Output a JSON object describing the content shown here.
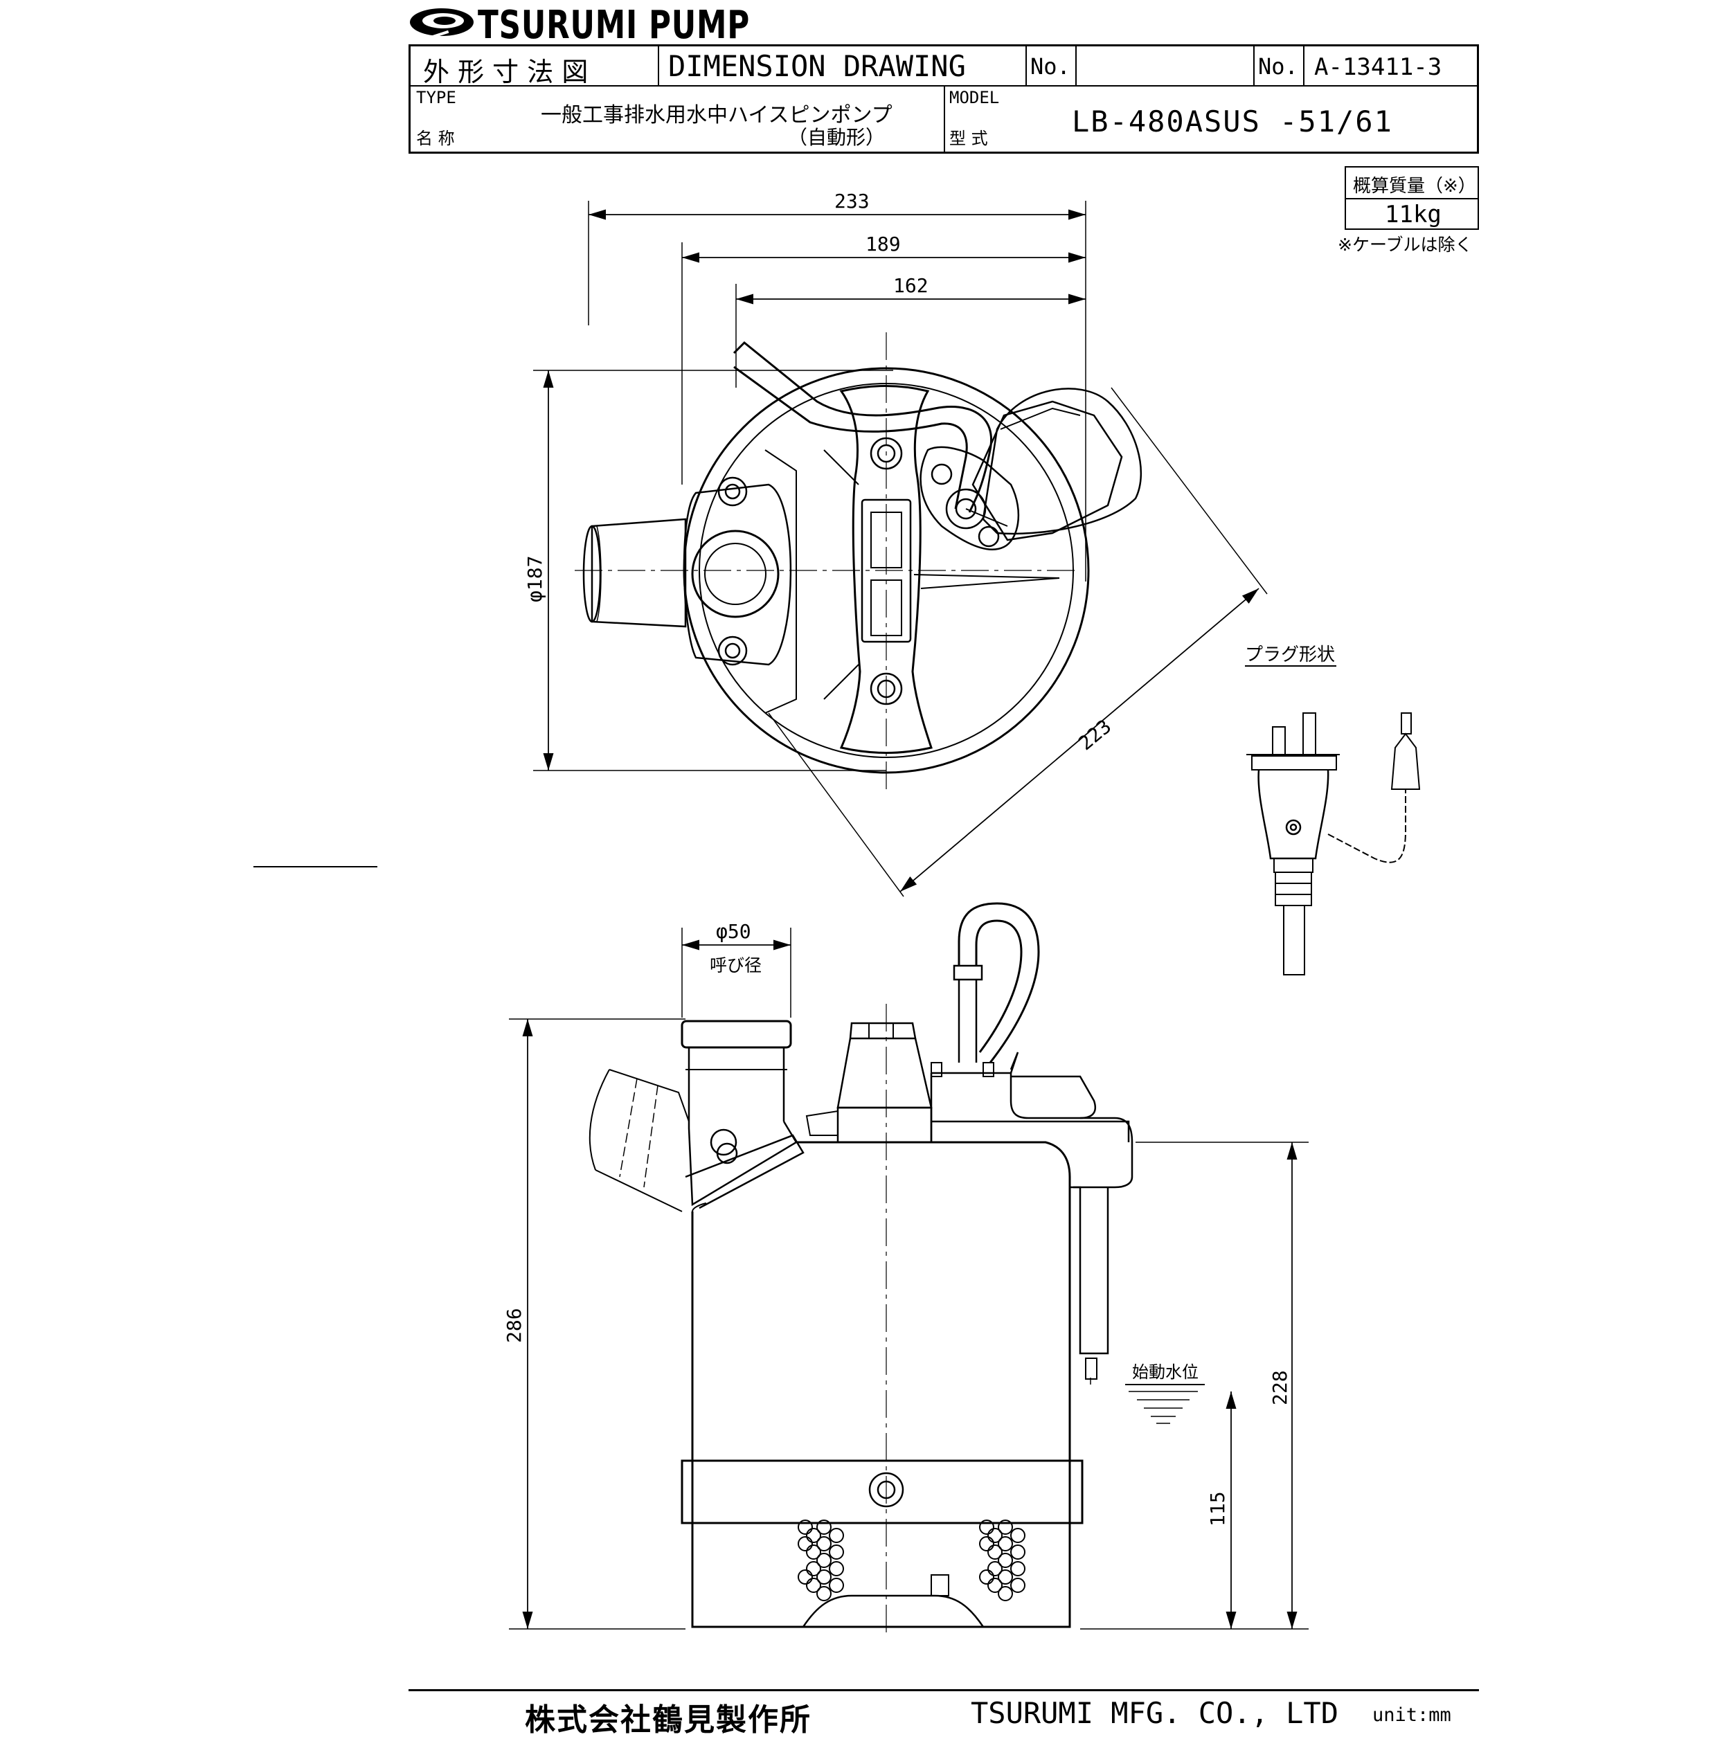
{
  "header": {
    "brand": "TSURUMI PUMP",
    "title_jp": "外 形 寸 法 図",
    "title_en": "DIMENSION DRAWING",
    "no_label_1": "No.",
    "no_label_2": "No.",
    "drawing_number": "A-13411-3",
    "type_label": "TYPE",
    "name_label": "名 称",
    "product_name": "一般工事排水用水中ハイスピンポンプ",
    "product_sub": "（自動形）",
    "model_label": "MODEL",
    "model_label_jp": "型 式",
    "model_value": "LB-480ASUS -51/61"
  },
  "weight": {
    "label": "概算質量（※）",
    "value": "11kg",
    "note": "※ケーブルは除く"
  },
  "top_view": {
    "dim_233": "233",
    "dim_189": "189",
    "dim_162": "162",
    "dim_dia187": "φ187",
    "dim_223": "223"
  },
  "plug": {
    "label": "プラグ形状"
  },
  "side_view": {
    "dim_dia50": "φ50",
    "dim_nominal": "呼び径",
    "dim_286": "286",
    "dim_228": "228",
    "dim_115": "115",
    "start_level": "始動水位"
  },
  "footer": {
    "company_jp": "株式会社鶴見製作所",
    "company_en": "TSURUMI MFG. CO., LTD",
    "unit": "unit:mm"
  }
}
